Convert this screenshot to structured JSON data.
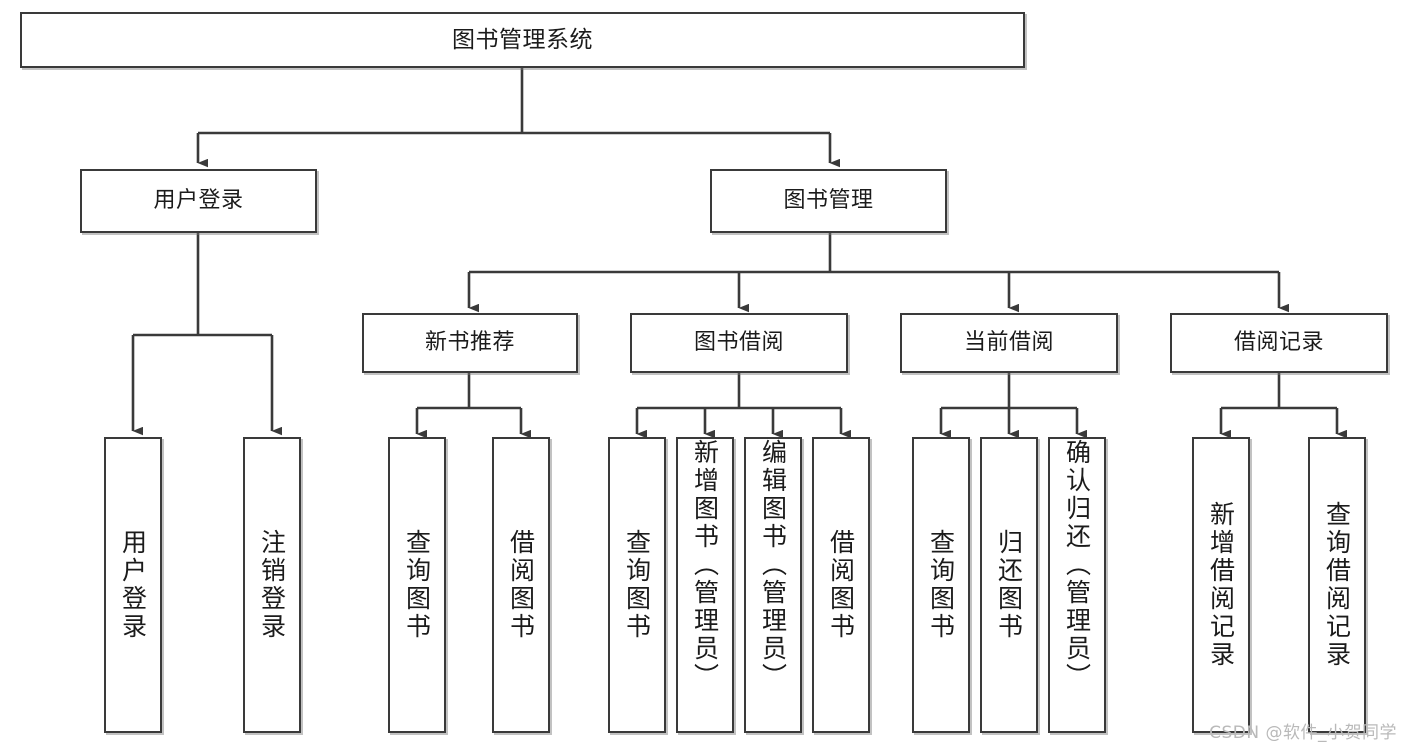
{
  "diagram": {
    "title": "图书管理系统",
    "type": "tree",
    "orientation": "top-down",
    "colors": {
      "box_border": "#3a3a3a",
      "box_fill": "#ffffff",
      "connector": "#3a3a3a",
      "text": "#1b1b1b",
      "watermark": "#b9b9b9",
      "background": "#ffffff"
    },
    "root": {
      "id": "root",
      "label": "图书管理系统",
      "text_direction": "horizontal"
    },
    "level2": [
      {
        "id": "user-login",
        "label": "用户登录",
        "text_direction": "horizontal"
      },
      {
        "id": "book-management",
        "label": "图书管理",
        "text_direction": "horizontal"
      }
    ],
    "level3": [
      {
        "id": "new-book-recommend",
        "label": "新书推荐",
        "parent": "book-management",
        "text_direction": "horizontal"
      },
      {
        "id": "book-borrow",
        "label": "图书借阅",
        "parent": "book-management",
        "text_direction": "horizontal"
      },
      {
        "id": "current-borrow",
        "label": "当前借阅",
        "parent": "book-management",
        "text_direction": "horizontal"
      },
      {
        "id": "borrow-record",
        "label": "借阅记录",
        "parent": "book-management",
        "text_direction": "horizontal"
      }
    ],
    "leaves": {
      "user_login": [
        {
          "id": "leaf-user-login",
          "label": "用户登录",
          "text_direction": "vertical"
        },
        {
          "id": "leaf-user-logout",
          "label": "注销登录",
          "text_direction": "vertical"
        }
      ],
      "new_book_recommend": [
        {
          "id": "leaf-query-book-1",
          "label": "查询图书",
          "text_direction": "vertical"
        },
        {
          "id": "leaf-borrow-book-1",
          "label": "借阅图书",
          "text_direction": "vertical"
        }
      ],
      "book_borrow": [
        {
          "id": "leaf-query-book-2",
          "label": "查询图书",
          "text_direction": "vertical"
        },
        {
          "id": "leaf-add-book",
          "label": "新增图书（管理员）",
          "text_direction": "vertical"
        },
        {
          "id": "leaf-edit-book",
          "label": "编辑图书（管理员）",
          "text_direction": "vertical"
        },
        {
          "id": "leaf-borrow-book-2",
          "label": "借阅图书",
          "text_direction": "vertical"
        }
      ],
      "current_borrow": [
        {
          "id": "leaf-query-book-3",
          "label": "查询图书",
          "text_direction": "vertical"
        },
        {
          "id": "leaf-return-book",
          "label": "归还图书",
          "text_direction": "vertical"
        },
        {
          "id": "leaf-confirm-return",
          "label": "确认归还（管理员）",
          "text_direction": "vertical"
        }
      ],
      "borrow_record": [
        {
          "id": "leaf-add-borrow-record",
          "label": "新增借阅记录",
          "text_direction": "vertical"
        },
        {
          "id": "leaf-query-borrow-record",
          "label": "查询借阅记录",
          "text_direction": "vertical"
        }
      ]
    }
  },
  "watermark": {
    "text": "CSDN @软件_小贺同学"
  }
}
